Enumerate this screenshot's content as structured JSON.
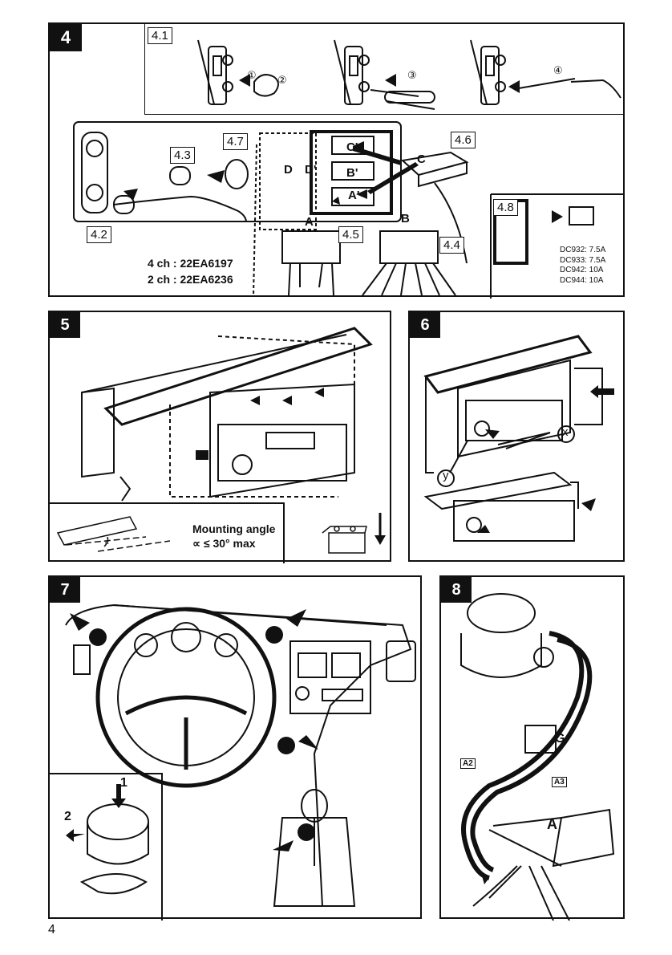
{
  "panel4": {
    "number": "4",
    "steps": {
      "s41": "4.1",
      "s42": "4.2",
      "s43": "4.3",
      "s44": "4.4",
      "s45": "4.5",
      "s46": "4.6",
      "s47": "4.7",
      "s48": "4.8"
    },
    "circled": [
      "①",
      "②",
      "③",
      "④"
    ],
    "connectors": {
      "A": "A",
      "B": "B",
      "C": "C",
      "Aprime": "A'",
      "Bprime": "B'",
      "Cprime": "C'",
      "D": "D",
      "Dprime": "D'"
    },
    "part_4ch": "4 ch : 22EA6197",
    "part_2ch": "2 ch : 22EA6236",
    "fuses": [
      "DC932: 7.5A",
      "DC933: 7.5A",
      "DC942: 10A",
      "DC944: 10A"
    ]
  },
  "panel5": {
    "number": "5",
    "mounting_line1": "Mounting angle",
    "mounting_line2": "∝ ≤ 30° max",
    "alpha": "∝"
  },
  "panel6": {
    "number": "6",
    "x": "x",
    "y": "y"
  },
  "panel7": {
    "number": "7",
    "step1": "1",
    "step2": "2"
  },
  "panel8": {
    "number": "8",
    "A2": "A2",
    "A3": "A3",
    "G": "G",
    "A": "A"
  },
  "page": {
    "number": "4"
  }
}
